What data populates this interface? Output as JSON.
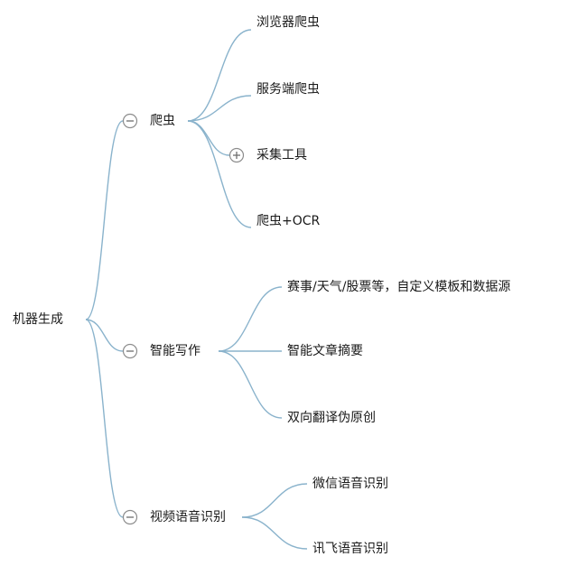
{
  "root": {
    "label": "机器生成"
  },
  "branches": [
    {
      "label": "爬虫",
      "toggle": "collapse",
      "children": [
        {
          "label": "浏览器爬虫"
        },
        {
          "label": "服务端爬虫"
        },
        {
          "label": "采集工具",
          "toggle": "expand"
        },
        {
          "label": "爬虫+OCR"
        }
      ]
    },
    {
      "label": "智能写作",
      "toggle": "collapse",
      "children": [
        {
          "label": "赛事/天气/股票等，自定义模板和数据源"
        },
        {
          "label": "智能文章摘要"
        },
        {
          "label": "双向翻译伪原创"
        }
      ]
    },
    {
      "label": "视频语音识别",
      "toggle": "collapse",
      "children": [
        {
          "label": "微信语音识别"
        },
        {
          "label": "讯飞语音识别"
        }
      ]
    }
  ],
  "colors": {
    "edge": "#8ab3cc",
    "text": "#1a1a1a",
    "toggle_stroke": "#8c8c8c"
  }
}
